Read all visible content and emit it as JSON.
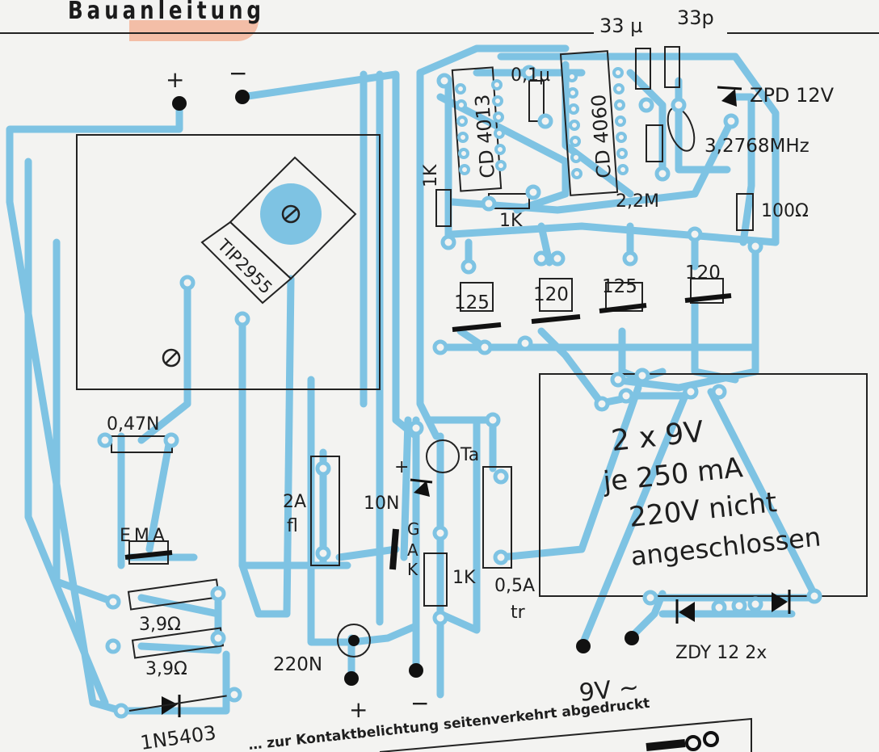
{
  "header": {
    "title": "Bauanleitung"
  },
  "labels": {
    "plus_top": "+",
    "minus_top": "−",
    "cap_33u": "33 µ",
    "cap_33p": "33p",
    "cap_01u": "0,1µ",
    "ic1": "CD 4013",
    "ic2": "CD 4060",
    "zpd": "ZPD 12V",
    "crystal": "3,2768MHz",
    "r_1k_vert": "1K",
    "r_1k_horiz": "1K",
    "r_22m": "2,2M",
    "r_100": "100Ω",
    "transistor": "TIP2955",
    "cap_047n": "0,47N",
    "ema": "EMA",
    "r_39a": "3,9Ω",
    "r_39b": "3,9Ω",
    "diode_1n5403": "1N5403",
    "r_125a": "125",
    "r_120a": "120",
    "r_125b": "125",
    "r_120b": "120",
    "fuse_2a": "2A",
    "fuse_2a_type": "fl",
    "cap_10n": "10N",
    "plus_mid": "+",
    "ta": "Ta",
    "gate_g": "G",
    "gate_a": "A",
    "gate_k": "K",
    "r_1k_low": "1K",
    "fuse_05a": "0,5A",
    "fuse_05a_type": "tr",
    "cap_220n": "220N",
    "plus_bottom": "+",
    "minus_bottom": "−",
    "transformer_line1": "2 x 9V",
    "transformer_line2": "je 250 mA",
    "transformer_line3": "220V nicht",
    "transformer_line4": "angeschlossen",
    "zdy": "ZDY  12  2x",
    "ac_9v": "9V ~",
    "caption": "… zur Kontaktbelichtung seitenverkehrt abgedruckt"
  },
  "colors": {
    "trace": "#7ec3e3",
    "ink": "#1e1e1e",
    "background": "#f3f3f1",
    "accent": "#f2b49a"
  }
}
